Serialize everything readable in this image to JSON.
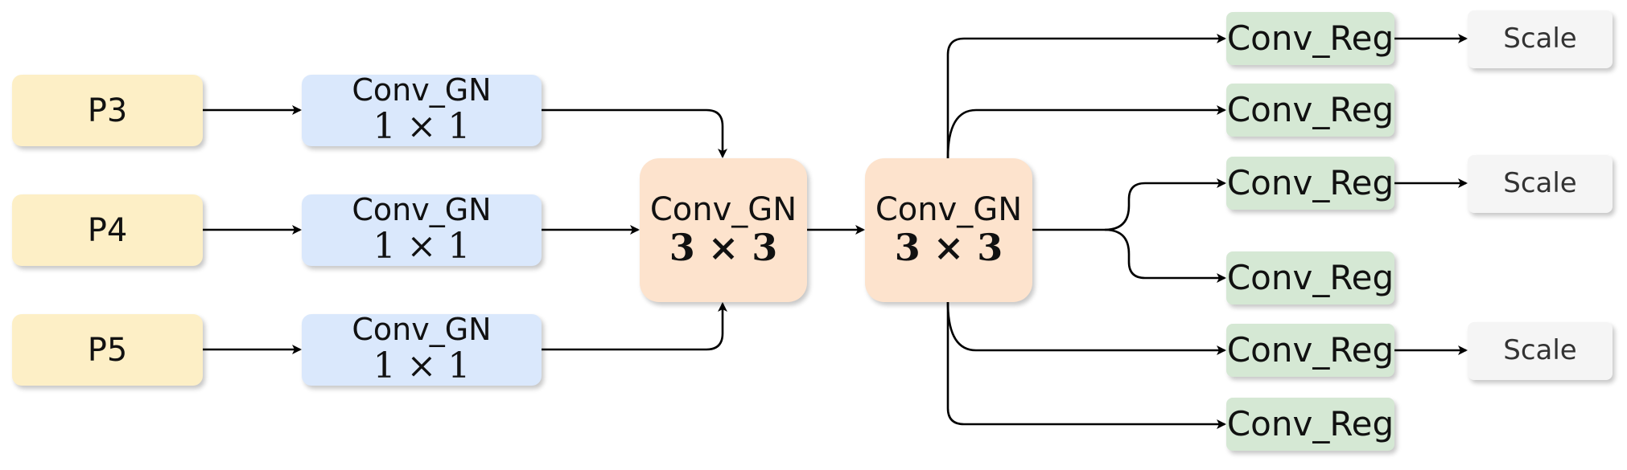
{
  "colors": {
    "input_fill": "#fdefc6",
    "gn1x1_fill": "#dae8fc",
    "gn3x3_fill": "#fde3cd",
    "reg_fill": "#d5e8d4",
    "scale_fill": "#f5f5f5",
    "edge": "#000000"
  },
  "inputs": [
    {
      "label": "P3"
    },
    {
      "label": "P4"
    },
    {
      "label": "P5"
    }
  ],
  "conv_gn_1x1": [
    {
      "name": "Conv_GN",
      "kernel": "1 × 1"
    },
    {
      "name": "Conv_GN",
      "kernel": "1 × 1"
    },
    {
      "name": "Conv_GN",
      "kernel": "1 × 1"
    }
  ],
  "conv_gn_3x3": [
    {
      "name": "Conv_GN",
      "kernel": "3 × 3"
    },
    {
      "name": "Conv_GN",
      "kernel": "3 × 3"
    }
  ],
  "conv_reg": [
    {
      "label": "Conv_Reg"
    },
    {
      "label": "Conv_Reg"
    },
    {
      "label": "Conv_Reg"
    },
    {
      "label": "Conv_Reg"
    },
    {
      "label": "Conv_Reg"
    },
    {
      "label": "Conv_Reg"
    }
  ],
  "scale": [
    {
      "label": "Scale"
    },
    {
      "label": "Scale"
    },
    {
      "label": "Scale"
    }
  ]
}
